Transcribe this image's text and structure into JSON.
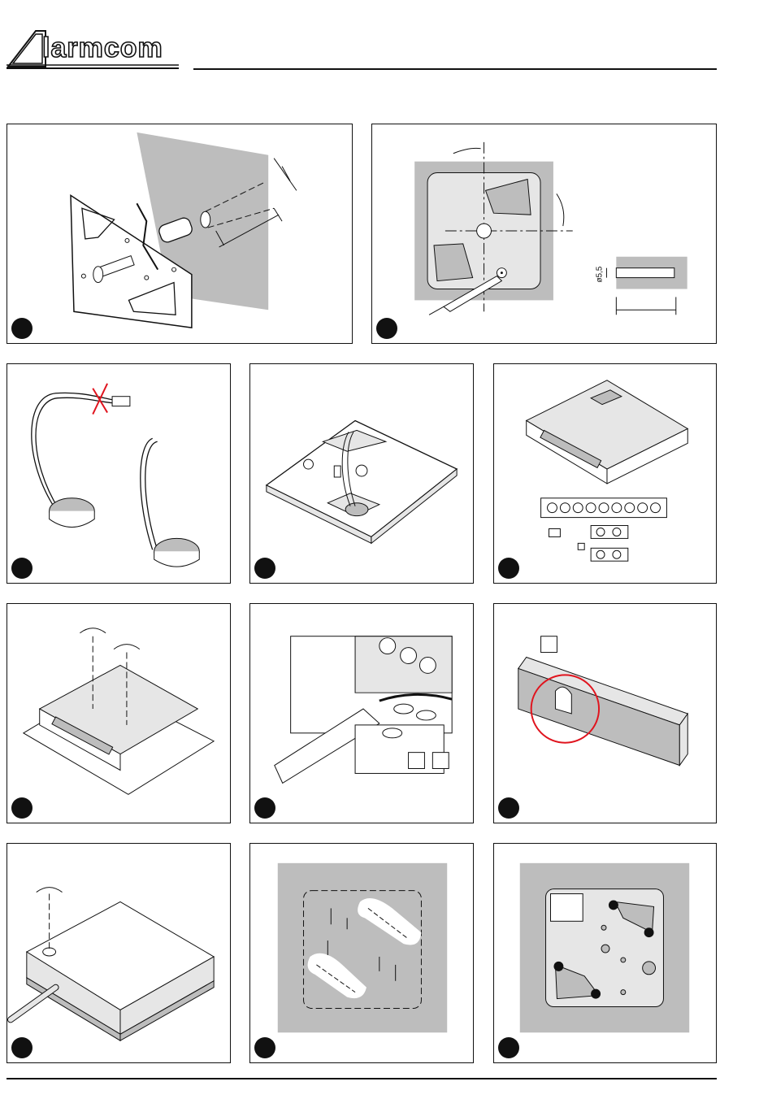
{
  "header": {
    "logo_text": "larmcom"
  },
  "panels": [
    {
      "id": "p1",
      "dimension_label": ""
    },
    {
      "id": "p2",
      "dimension_label": "ø5,5"
    },
    {
      "id": "p3"
    },
    {
      "id": "p4"
    },
    {
      "id": "p5"
    },
    {
      "id": "p6"
    },
    {
      "id": "p7"
    },
    {
      "id": "p8"
    },
    {
      "id": "p9"
    },
    {
      "id": "p10"
    },
    {
      "id": "p11"
    }
  ],
  "colors": {
    "wall_gray": "#bdbdbd",
    "ink": "#111111",
    "highlight_red": "#e0141e",
    "light_gray": "#e6e6e6"
  }
}
